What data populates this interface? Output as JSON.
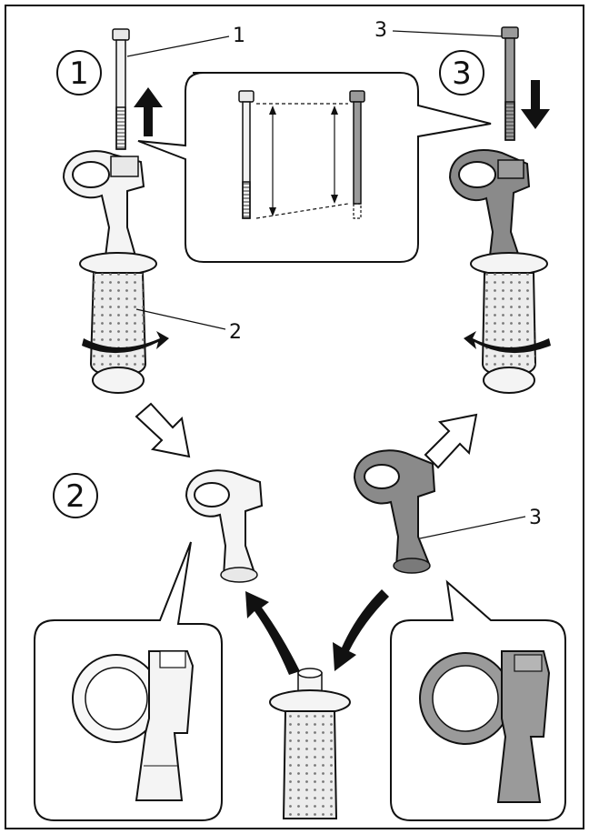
{
  "steps": {
    "step1": "1",
    "step2": "2",
    "step3": "3"
  },
  "callouts": {
    "bolt_top_left": "1",
    "grip_right": "2",
    "bolt_top_right": "3",
    "dark_holder": "3"
  },
  "colors": {
    "line": "#111111",
    "light_part": "#f4f4f4",
    "dark_part": "#8a8a8a",
    "mid_part": "#d6d6d6",
    "background": "#ffffff"
  }
}
